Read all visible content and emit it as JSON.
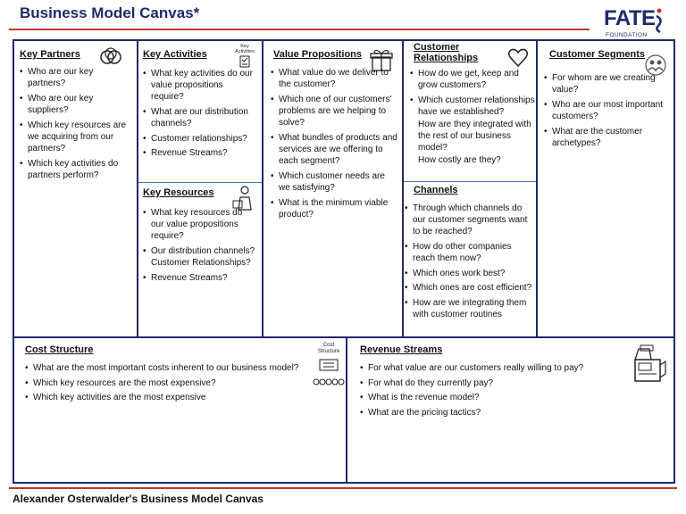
{
  "header": {
    "title": "Business Model Canvas*"
  },
  "logo": {
    "name": "FATE",
    "subtitle": "FOUNDATION"
  },
  "key_partners": {
    "title": "Key Partners",
    "items": [
      "Who are our key partners?",
      "Who are our key suppliers?",
      "Which key resources are we acquiring from our partners?",
      "Which key activities do partners perform?"
    ]
  },
  "key_activities": {
    "title": "Key Activities",
    "icon_label": "Key Activities",
    "items": [
      "What key activities do our value propositions require?",
      "What are our distribution channels?",
      "Customer relationships?",
      "Revenue Streams?"
    ]
  },
  "key_resources": {
    "title": "Key Resources",
    "items": [
      "What key resources do our value propositions require?",
      "Our distribution channels? Customer Relationships?",
      "Revenue Streams?"
    ]
  },
  "value_propositions": {
    "title": "Value Propositions",
    "items": [
      "What value do we deliver to the customer?",
      "Which one of our customers' problems are we helping to solve?",
      "What bundles of products and services are we offering to each segment?",
      "Which customer needs are we satisfying?",
      "What is the minimum viable product?"
    ]
  },
  "customer_relationships": {
    "title_line1": "Customer",
    "title_line2": "Relationships",
    "items": [
      "How do we get, keep and grow customers?",
      "Which customer relationships have we established?"
    ],
    "continuation": [
      "How are they integrated with the rest of our business model?",
      "How costly are they?"
    ]
  },
  "channels": {
    "title": "Channels",
    "items": [
      "Through which channels do our customer segments want to be reached?",
      "How do other companies reach them now?",
      "Which ones work best?",
      "Which ones are cost efficient?",
      "How are we integrating them with customer routines"
    ]
  },
  "customer_segments": {
    "title": "Customer Segments",
    "items": [
      "For whom are we creating value?",
      "Who are our most important customers?",
      "What are the customer archetypes?"
    ]
  },
  "cost_structure": {
    "title": "Cost Structure",
    "icon_label_line1": "Cost",
    "icon_label_line2": "Structure",
    "items": [
      "What are the most important costs inherent to our business model?",
      "Which key resources are the most expensive?",
      "Which key activities are the most expensive"
    ]
  },
  "revenue_streams": {
    "title": "Revenue Streams",
    "items": [
      "For what value are our customers really willing to pay?",
      "For what do they currently pay?",
      "What is the revenue model?",
      "What are the pricing tactics?"
    ]
  },
  "footer": {
    "text": "Alexander Osterwalder's Business Model Canvas"
  },
  "colors": {
    "navy": "#1f2a6b",
    "red_rule": "#c0392b",
    "light_rule": "#4a77b4"
  }
}
